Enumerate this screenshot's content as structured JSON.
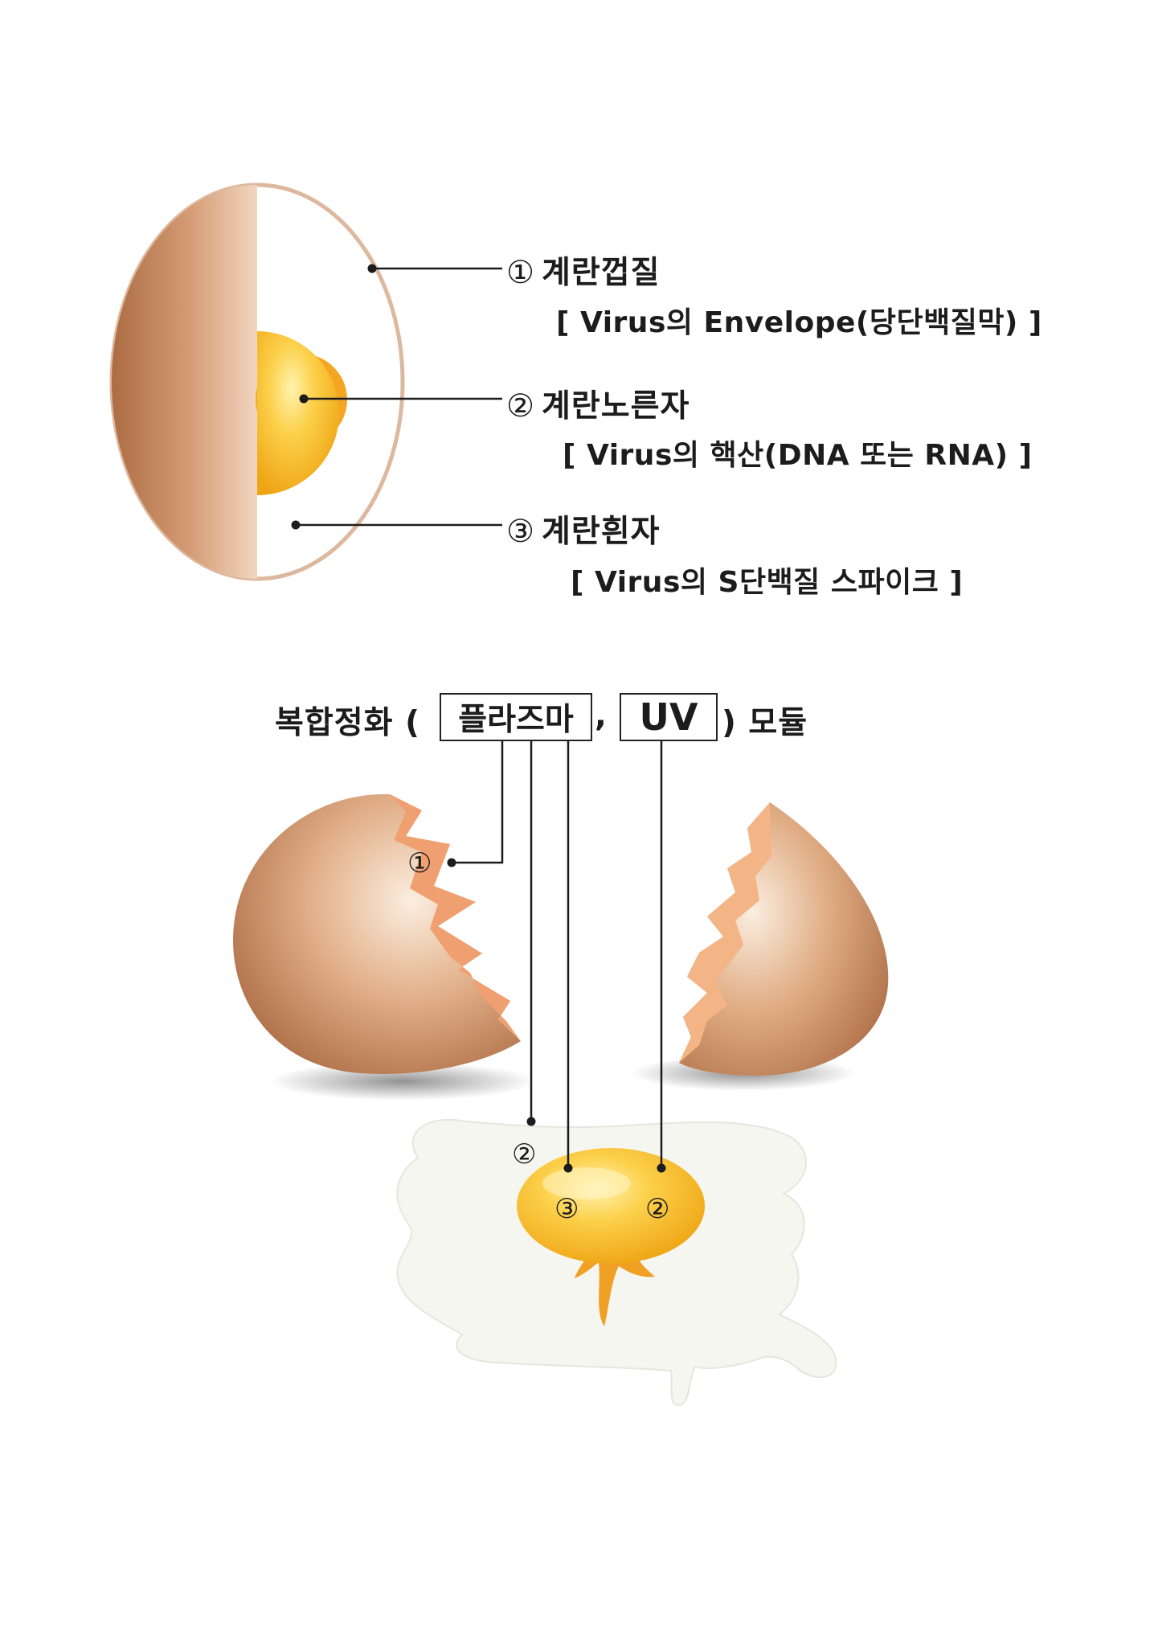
{
  "labels": {
    "item1": {
      "num": "①",
      "title": "계란껍질",
      "desc": "[ Virus의 Envelope(당단백질막) ]"
    },
    "item2": {
      "num": "②",
      "title": "계란노른자",
      "desc": "[ Virus의 핵산(DNA 또는 RNA) ]"
    },
    "item3": {
      "num": "③",
      "title": "계란흰자",
      "desc": "[ Virus의 S단백질 스파이크 ]"
    }
  },
  "module": {
    "prefix": "복합정화 (",
    "plasma": "플라즈마",
    "comma": ",",
    "uv": "UV",
    "suffix": ") 모듈"
  },
  "markers": {
    "shell": "①",
    "white": "②",
    "yolk_left": "③",
    "yolk_right": "②"
  },
  "colors": {
    "shell_dark": "#b27048",
    "shell_light": "#f4dcc6",
    "shell_inner": "#f0a070",
    "yolk": "#f7b91c",
    "yolk_light": "#fde99a",
    "white": "#f8f8f4",
    "outline": "#d9b49a",
    "line": "#1c1c1c"
  }
}
